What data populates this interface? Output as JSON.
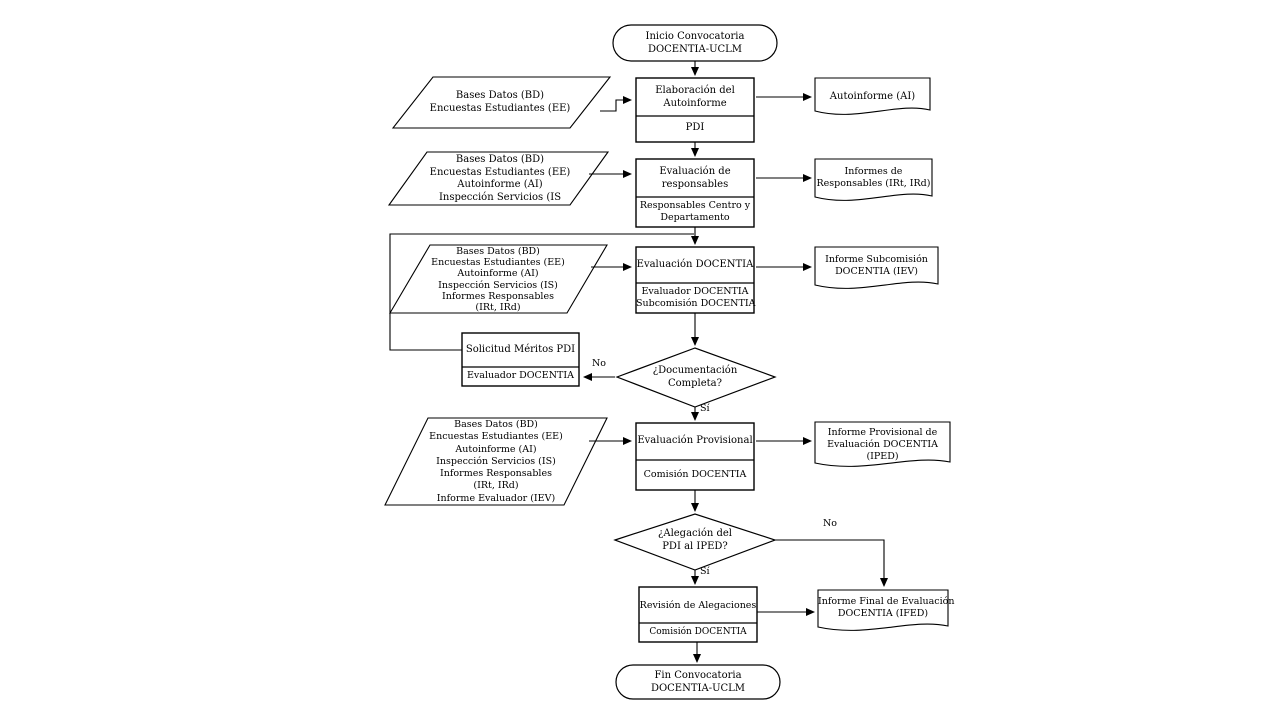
{
  "diagram": {
    "background_color": "#ffffff",
    "line_color": "#000000",
    "terminators": {
      "start": "Inicio Convocatoria\nDOCENTIA-UCLM",
      "end": "Fin Convocatoria\nDOCENTIA-UCLM"
    },
    "inputs": [
      {
        "label": "Bases Datos (BD)\nEncuestas Estudiantes (EE)"
      },
      {
        "label": "Bases Datos (BD)\nEncuestas Estudiantes (EE)\nAutoinforme (AI)\nInspección Servicios (IS"
      },
      {
        "label": "Bases Datos (BD)\nEncuestas Estudiantes (EE)\nAutoinforme (AI)\nInspección Servicios (IS)\nInformes Responsables\n(IRt, IRd)"
      },
      {
        "label": "Bases Datos (BD)\nEncuestas Estudiantes (EE)\nAutoinforme (AI)\nInspección Servicios (IS)\nInformes Responsables\n(IRt, IRd)\nInforme Evaluador (IEV)"
      }
    ],
    "processes": [
      {
        "title": "Elaboración del\nAutoinforme",
        "actor": "PDI"
      },
      {
        "title": "Evaluación de\nresponsables",
        "actor": "Responsables Centro y\nDepartamento"
      },
      {
        "title": "Evaluación DOCENTIA",
        "actor": "Evaluador DOCENTIA\nSubcomisión DOCENTIA"
      },
      {
        "title": "Solicitud Méritos PDI",
        "actor": "Evaluador DOCENTIA"
      },
      {
        "title": "Evaluación Provisional",
        "actor": "Comisión DOCENTIA"
      },
      {
        "title": "Revisión de Alegaciones",
        "actor": "Comisión DOCENTIA"
      }
    ],
    "documents": [
      {
        "label": "Autoinforme (AI)"
      },
      {
        "label": "Informes de\nResponsables (IRt, IRd)"
      },
      {
        "label": "Informe Subcomisión\nDOCENTIA (IEV)"
      },
      {
        "label": "Informe Provisional de\nEvaluación DOCENTIA\n(IPED)"
      },
      {
        "label": "Informe Final de Evaluación\nDOCENTIA (IFED)"
      }
    ],
    "decisions": [
      {
        "question": "¿Documentación\nCompleta?",
        "no_label": "No",
        "yes_label": "Sí"
      },
      {
        "question": "¿Alegación del\nPDI al IPED?",
        "no_label": "No",
        "yes_label": "Sí"
      }
    ]
  }
}
